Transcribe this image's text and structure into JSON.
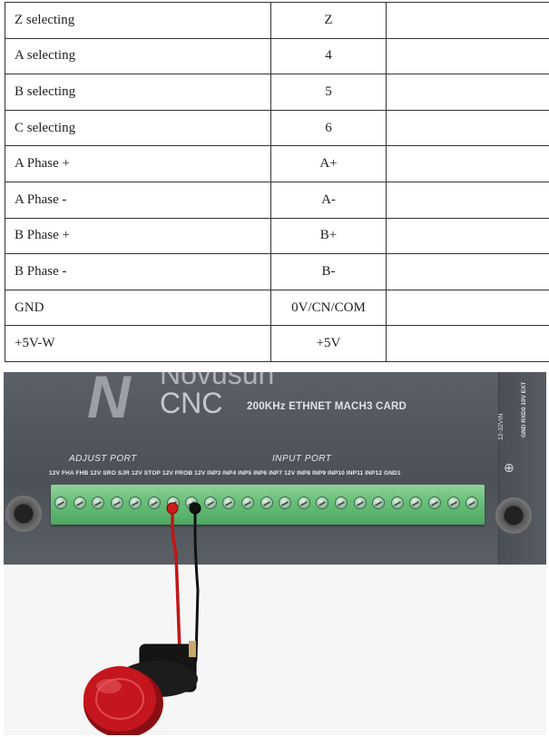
{
  "table": {
    "rows": [
      {
        "label": "Z selecting",
        "value": "Z"
      },
      {
        "label": "A selecting",
        "value": "4"
      },
      {
        "label": "B selecting",
        "value": "5"
      },
      {
        "label": "C selecting",
        "value": "6"
      },
      {
        "label": "A Phase +",
        "value": "A+"
      },
      {
        "label": "A Phase -",
        "value": "A-"
      },
      {
        "label": "B Phase +",
        "value": "B+"
      },
      {
        "label": "B Phase -",
        "value": "B-"
      },
      {
        "label": "GND",
        "value": "0V/CN/COM"
      },
      {
        "label": "+5V-W",
        "value": "+5V"
      }
    ]
  },
  "photo": {
    "brand_top": "Novusun",
    "brand_cnc": "CNC",
    "card_title": "200KHz ETHNET MACH3 CARD",
    "adjust_port": "ADJUST PORT",
    "input_port": "INPUT PORT",
    "pin_labels": "12V FHA FHB 12V SRO SJR 12V STOP 12V PROB 12V INP3 INP4 INP5 INP6 INP7 12V INP8 INP9 INP10 INP11 INP12 GND1",
    "power_label": "12-32VIN",
    "side_label": "GND RXD0 10V EXT",
    "colors": {
      "board": "#4f545a",
      "terminal": "#69c07a",
      "red_wire": "#d11a1a",
      "button": "#c4161c"
    }
  }
}
